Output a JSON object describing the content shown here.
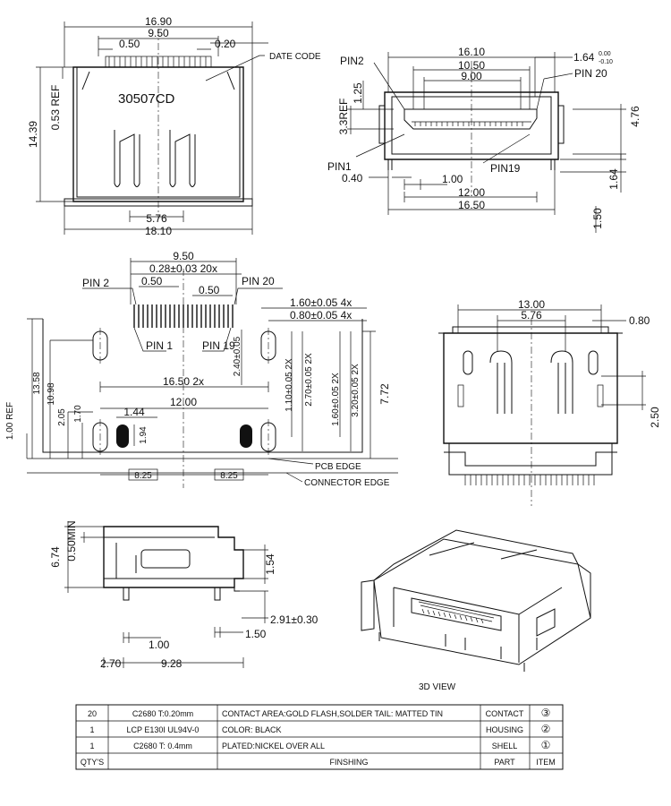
{
  "top_view": {
    "dim_overall_width": "16.90",
    "dim_pin_span": "9.50",
    "dim_pitch": "0.50",
    "dim_pin_width": "0.20",
    "date_code_label": "DATE CODE",
    "date_code_value": "30507CD",
    "dim_height": "14.39",
    "dim_ref": "0.53 REF",
    "dim_bottom_span": "5.76",
    "dim_bottom_width": "18.10"
  },
  "front_view": {
    "dim_shell": "16.10",
    "dim_inner": "10.50",
    "dim_contacts": "9.00",
    "dim_tol": "1.64",
    "tol_upper": "0.00",
    "tol_lower": "-0.10",
    "pin2": "PIN2",
    "pin20": "PIN 20",
    "pin1": "PIN1",
    "pin19": "PIN19",
    "dim_ref": "3.3REF",
    "dim_125": "1.25",
    "dim_476": "4.76",
    "dim_040": "0.40",
    "dim_100": "1.00",
    "dim_1200": "12.00",
    "dim_1650": "16.50",
    "dim_164": "1.64",
    "dim_150": "1.50"
  },
  "footprint": {
    "dim_950": "9.50",
    "dim_pad": "0.28±0.03 20x",
    "dim_050a": "0.50",
    "dim_050b": "0.50",
    "pin2": "PIN 2",
    "pin20": "PIN 20",
    "pin1": "PIN 1",
    "pin19": "PIN 19",
    "dim_slot_w": "1.60±0.05 4x",
    "dim_slot_w2": "0.80±0.05 4x",
    "dim_240": "2.40±0.05",
    "dim_1650": "16.50 2x",
    "dim_1200": "12.00",
    "dim_144": "1.44",
    "dim_194": "1.94",
    "dim_1358": "13.58",
    "dim_1098": "10.98",
    "dim_205": "2.05",
    "dim_170": "1.70",
    "dim_100ref": "1.00 REF",
    "dim_110": "1.10±0.05 2X",
    "dim_270": "2.70±0.05 2X",
    "dim_160": "1.60±0.05 2X",
    "dim_320": "3.20±0.05 2X",
    "dim_772": "7.72",
    "dim_825a": "8.25",
    "dim_825b": "8.25",
    "pcb_edge": "PCB EDGE",
    "connector_edge": "CONNECTOR EDGE"
  },
  "rear_view": {
    "dim_1300": "13.00",
    "dim_576": "5.76",
    "dim_080": "0.80",
    "dim_250": "2.50"
  },
  "side_view": {
    "dim_674": "6.74",
    "dim_050min": "0.50MIN",
    "dim_154": "1.54",
    "dim_291": "2.91±0.30",
    "dim_100": "1.00",
    "dim_150": "1.50",
    "dim_270": "2.70",
    "dim_928": "9.28"
  },
  "view_3d_label": "3D VIEW",
  "bom": {
    "rows": [
      {
        "qty": "20",
        "material": "C2680  T:0.20mm",
        "finish": "CONTACT AREA:GOLD FLASH,SOLDER TAIL: MATTED TIN",
        "part": "CONTACT",
        "item": "③"
      },
      {
        "qty": "1",
        "material": "LCP  E130I  UL94V-0",
        "finish": "COLOR: BLACK",
        "part": "HOUSING",
        "item": "②"
      },
      {
        "qty": "1",
        "material": "C2680   T: 0.4mm",
        "finish": "PLATED:NICKEL OVER ALL",
        "part": "SHELL",
        "item": "①"
      }
    ],
    "footer": {
      "qty": "QTY'S",
      "finish": "FINSHING",
      "part": "PART",
      "item": "ITEM"
    }
  }
}
